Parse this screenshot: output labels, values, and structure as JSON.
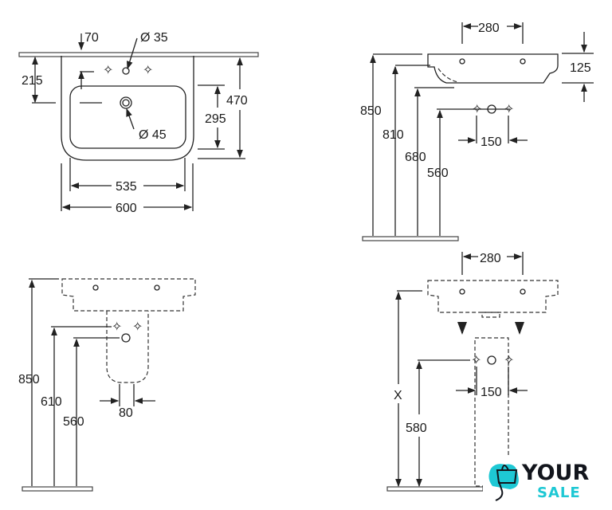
{
  "views": {
    "front": {
      "dims": {
        "tap_offset": "70",
        "tap_hole": "Ø 35",
        "tap_height": "215",
        "overall_depth": "470",
        "bowl_depth": "295",
        "waste_hole": "Ø 45",
        "bowl_width": "535",
        "overall_width": "600"
      }
    },
    "side": {
      "dims": {
        "tap_spacing": "280",
        "basin_height": "125",
        "rim_height": "850",
        "underside_height": "810",
        "supply_height": "680",
        "waste_height": "560",
        "supply_spacing": "150"
      }
    },
    "pedestal_side": {
      "dims": {
        "rim_height": "850",
        "supply_height": "610",
        "waste_height": "560",
        "waste_width": "80"
      }
    },
    "pedestal_front": {
      "dims": {
        "tap_spacing": "280",
        "variable_height": "X",
        "waste_height": "580",
        "supply_spacing": "150"
      }
    }
  },
  "logo": {
    "line1": "YOUR",
    "line2": "SALE",
    "accent": "#1ec8d4"
  }
}
